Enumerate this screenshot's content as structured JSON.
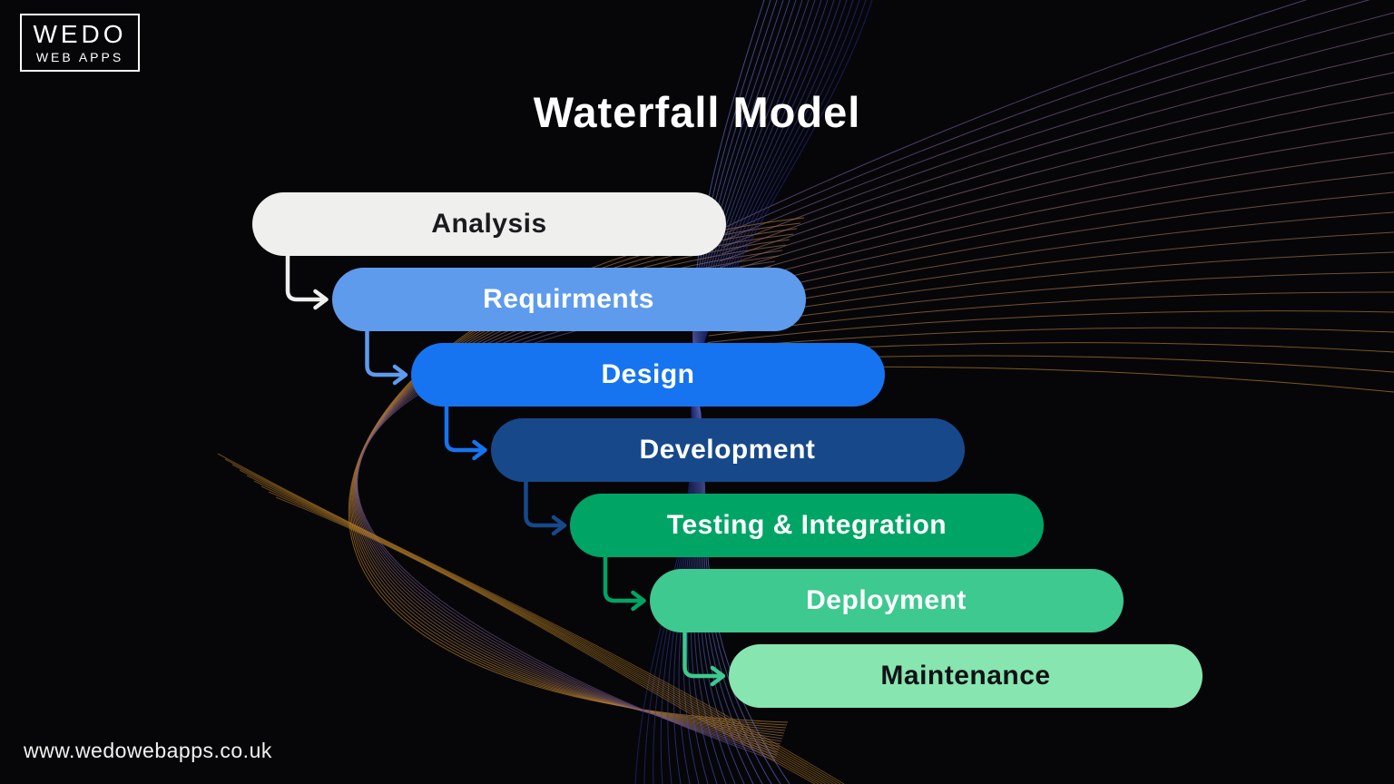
{
  "page": {
    "title": "Waterfall Model",
    "footer_url": "www.wedowebapps.co.uk",
    "background_color": "#060609"
  },
  "logo": {
    "line1": "WEDO",
    "line2": "WEB APPS"
  },
  "diagram": {
    "stages": [
      {
        "label": "Analysis",
        "pill_color": "#efefee",
        "text_color": "#1b1b1f"
      },
      {
        "label": "Requirments",
        "pill_color": "#5e9bec",
        "text_color": "#ffffff"
      },
      {
        "label": "Design",
        "pill_color": "#1674f0",
        "text_color": "#ffffff"
      },
      {
        "label": "Development",
        "pill_color": "#17498a",
        "text_color": "#ffffff"
      },
      {
        "label": "Testing & Integration",
        "pill_color": "#00a566",
        "text_color": "#ffffff"
      },
      {
        "label": "Deployment",
        "pill_color": "#3dc98f",
        "text_color": "#ffffff"
      },
      {
        "label": "Maintenance",
        "pill_color": "#87e6af",
        "text_color": "#101216"
      }
    ]
  },
  "decor": {
    "orange": "#c08427",
    "purple": "#6a5080",
    "blue_light": "#6b7ae0",
    "blue_dark": "#23308f",
    "fan_purple": "#7a5a9a",
    "line_opacity": 0.65
  }
}
